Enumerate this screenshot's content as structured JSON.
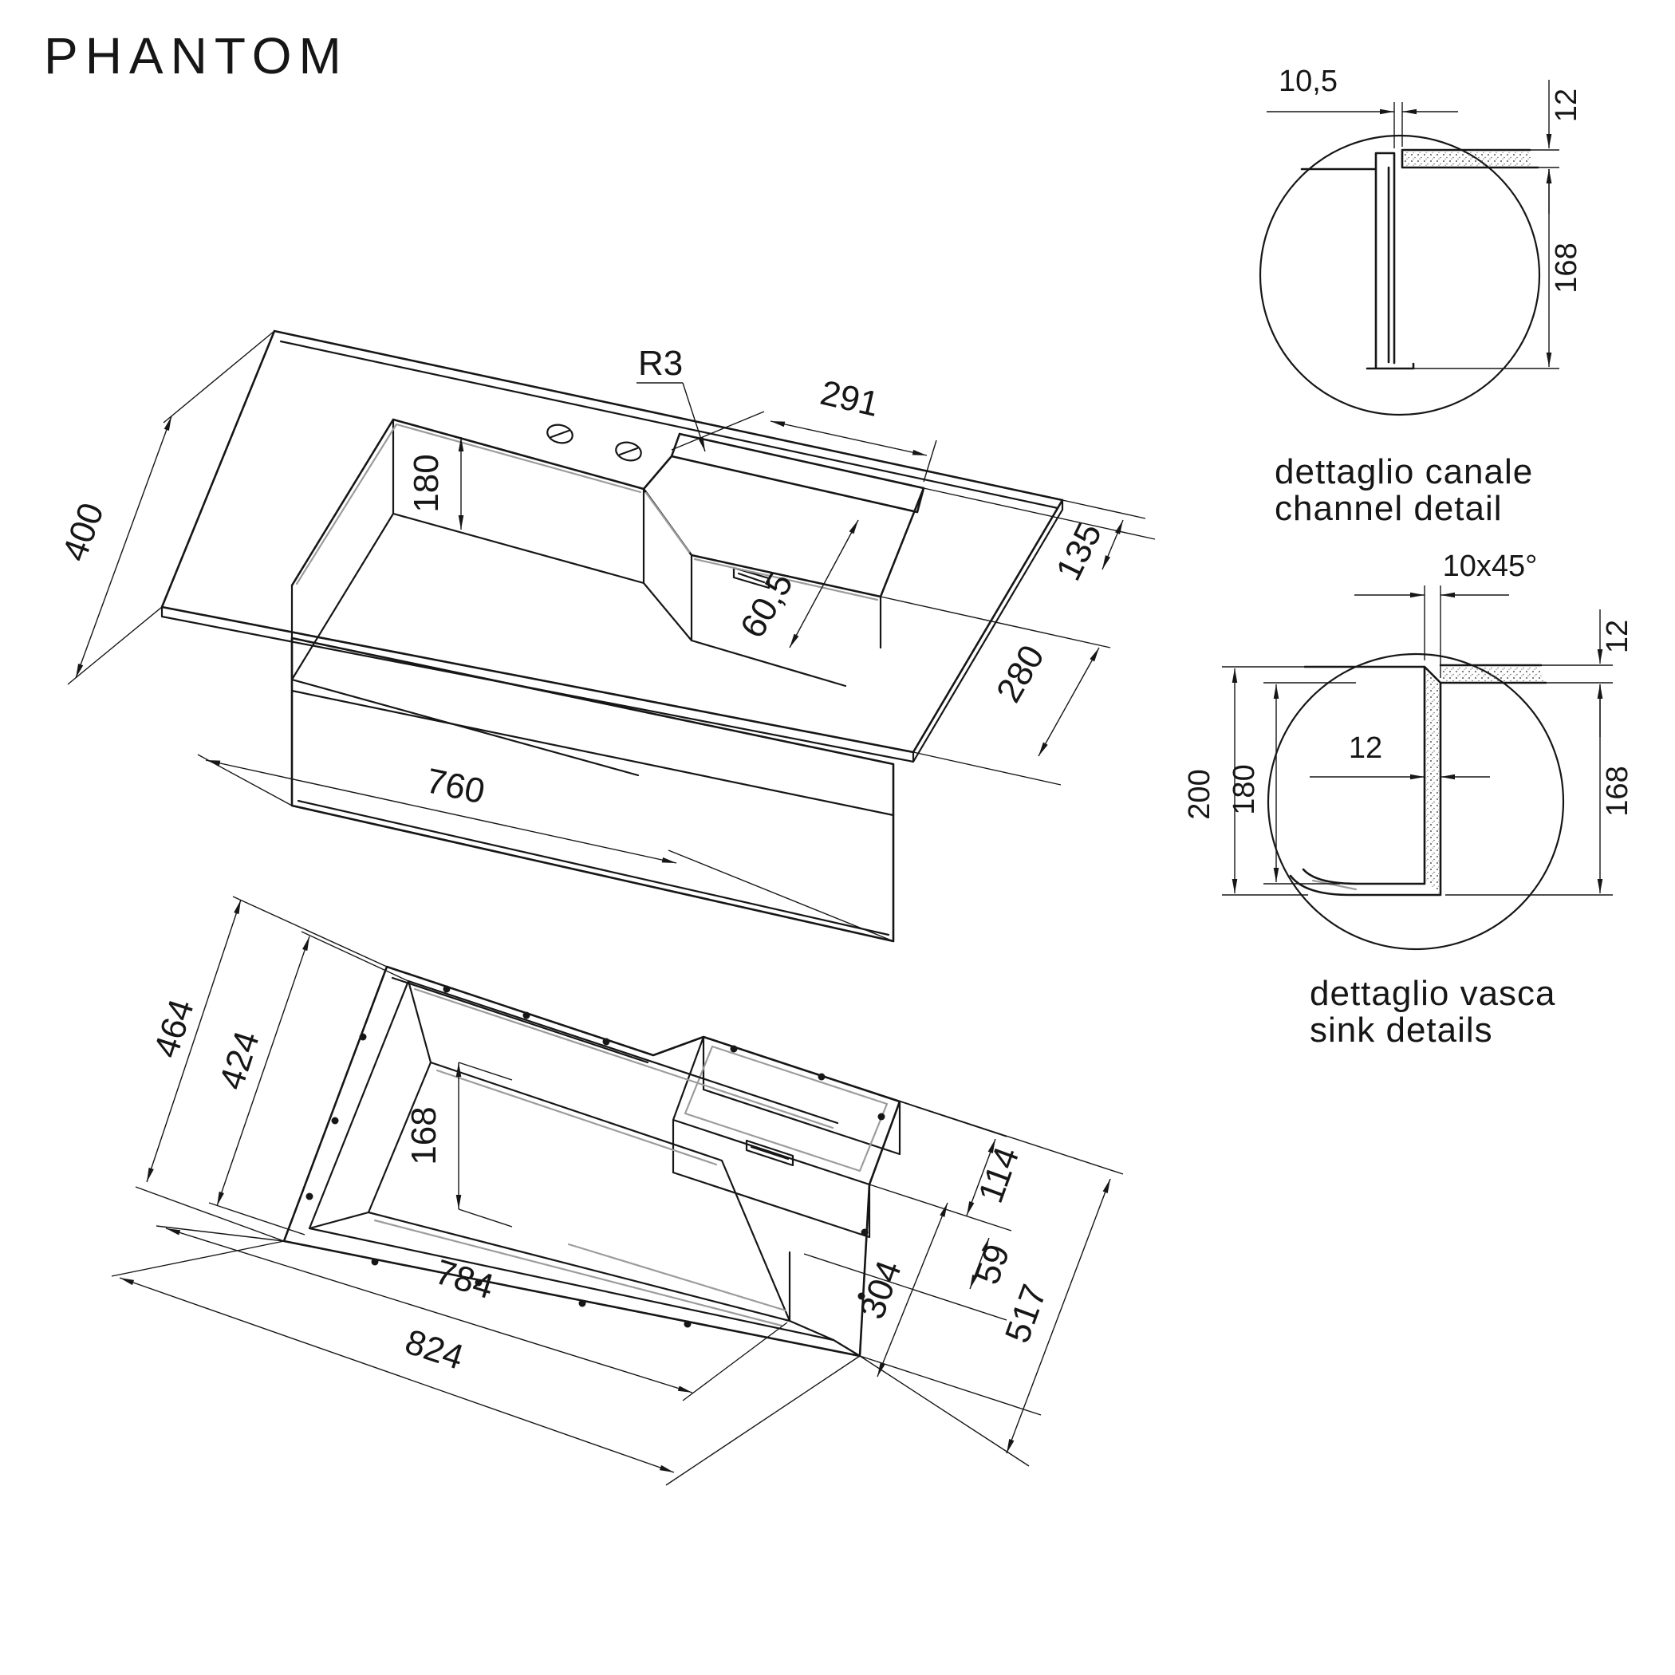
{
  "title": "PHANTOM",
  "top_view": {
    "dim_width": "400",
    "dim_bowl_depth": "180",
    "radius_label": "R3",
    "dim_channel_length": "291",
    "dim_channel_depth": "60,5",
    "dim_back_margin": "135",
    "dim_front_width": "280",
    "dim_length": "760"
  },
  "bottom_view": {
    "dim_overall_width": "464",
    "dim_bowl_width": "424",
    "dim_wall_height": "168",
    "dim_small_depth": "114",
    "dim_step": "59",
    "dim_small_width": "304",
    "dim_right_width": "517",
    "dim_bowl_length": "784",
    "dim_overall_length": "824"
  },
  "detail_channel": {
    "caption_it": "dettaglio canale",
    "caption_en": "channel detail",
    "dim_gap": "10,5",
    "dim_top_thickness": "12",
    "dim_wall_height": "168"
  },
  "detail_sink": {
    "caption_it": "dettaglio vasca",
    "caption_en": "sink details",
    "dim_chamfer": "10x45°",
    "dim_top_thickness": "12",
    "dim_total_height": "200",
    "dim_inner_depth": "180",
    "dim_wall_thickness": "12",
    "dim_wall_height": "168"
  }
}
